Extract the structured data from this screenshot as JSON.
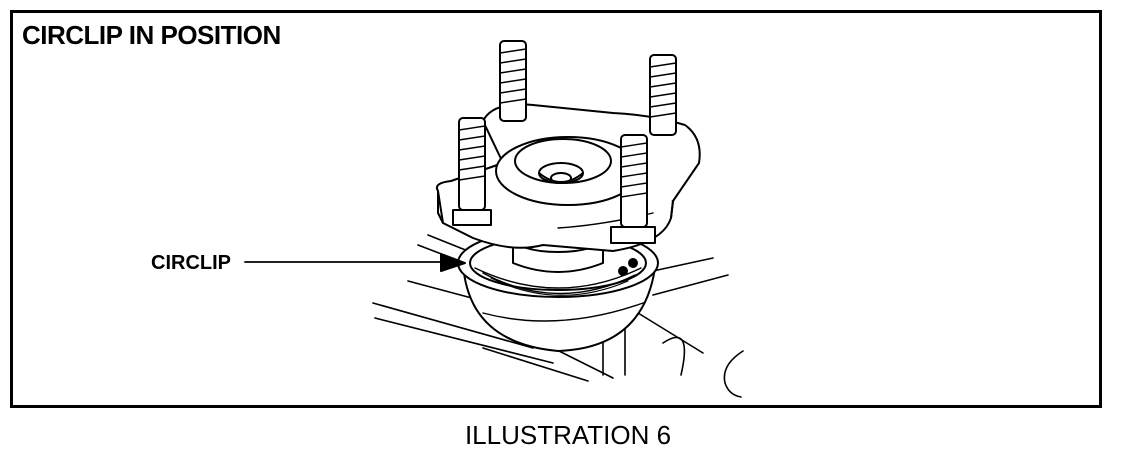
{
  "panel": {
    "title": "CIRCLIP IN POSITION"
  },
  "callouts": [
    {
      "label": "CIRCLIP"
    }
  ],
  "caption": "ILLUSTRATION 6",
  "colors": {
    "ink": "#000000",
    "paper": "#ffffff"
  }
}
